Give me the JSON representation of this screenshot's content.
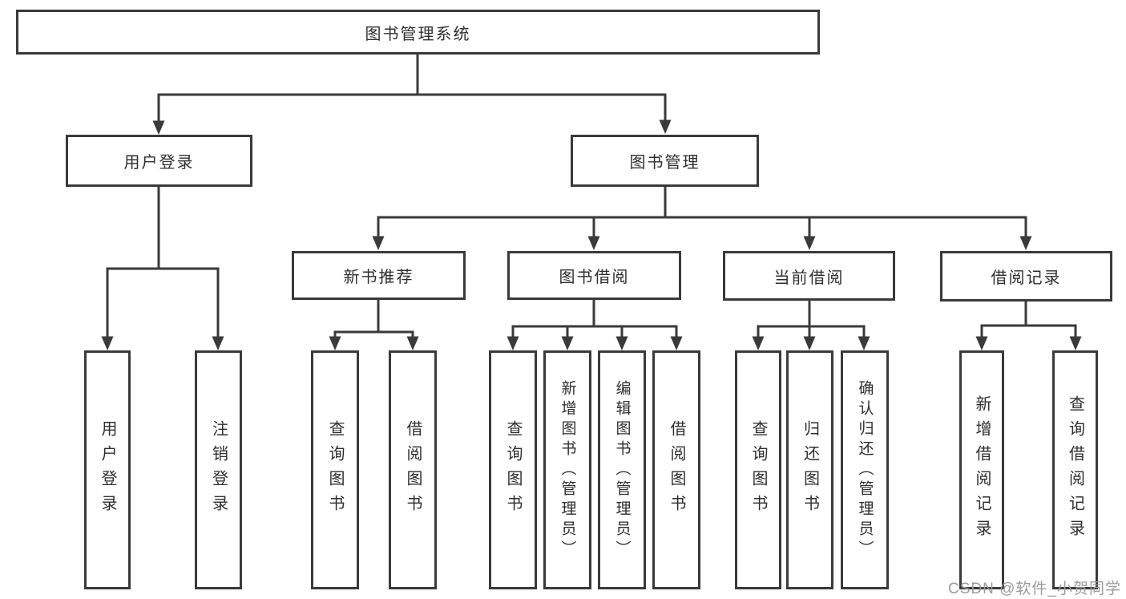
{
  "diagram": {
    "root": {
      "label": "图书管理系统"
    },
    "level2": [
      {
        "label": "用户登录"
      },
      {
        "label": "图书管理"
      }
    ],
    "level3": [
      {
        "label": "新书推荐"
      },
      {
        "label": "图书借阅"
      },
      {
        "label": "当前借阅"
      },
      {
        "label": "借阅记录"
      }
    ],
    "leaves": {
      "user_login": [
        "用户登录",
        "注销登录"
      ],
      "new_book": [
        "查询图书",
        "借阅图书"
      ],
      "book_borrow": [
        "查询图书",
        "新增图书（管理员）",
        "编辑图书（管理员）",
        "借阅图书"
      ],
      "current_borrow": [
        "查询图书",
        "归还图书",
        "确认归还（管理员）"
      ],
      "borrow_record": [
        "新增借阅记录",
        "查询借阅记录"
      ]
    },
    "colors": {
      "line": "#3a3a3a",
      "text": "#2e2e2e",
      "background": "#ffffff",
      "watermark": "#9b9b9b"
    }
  },
  "watermark": {
    "text": "CSDN @软件_小贺同学"
  }
}
